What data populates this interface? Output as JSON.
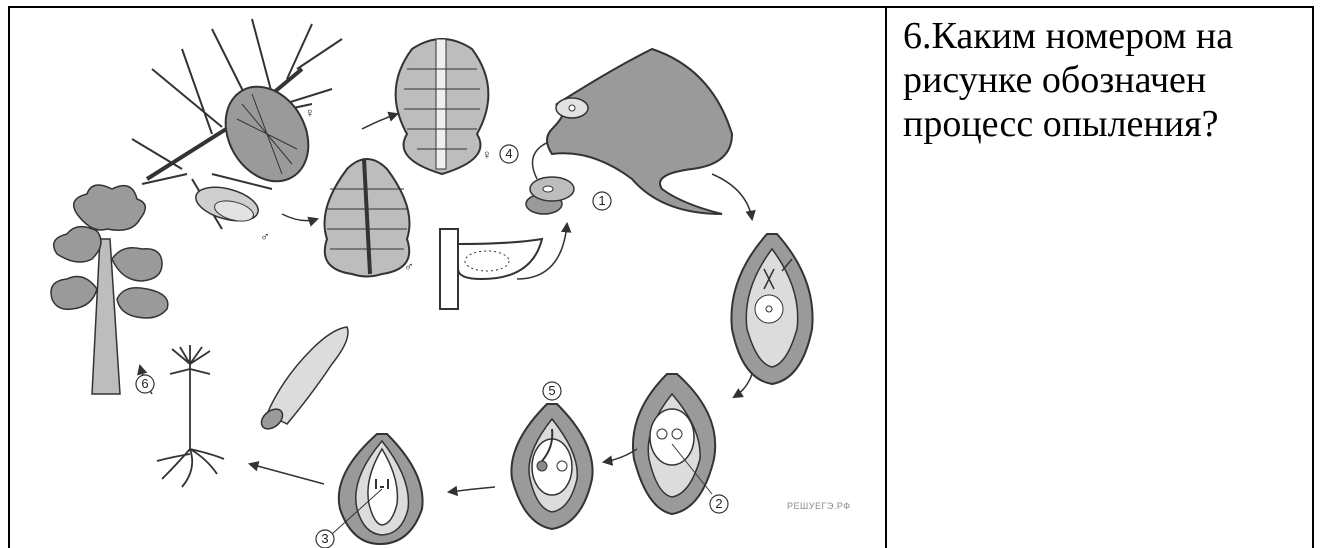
{
  "question": {
    "text": "6.Каким номером на рисунке обозначен процесс опыления?"
  },
  "figure": {
    "watermark": "РЕШУЕГЭ.РФ",
    "labels": [
      "1",
      "2",
      "3",
      "4",
      "5",
      "6"
    ],
    "female_symbol": "♀",
    "male_symbol": "♂",
    "colors": {
      "dark_fill": "#8f8f8f",
      "light_fill": "#dcdcdc",
      "stroke": "#333333"
    }
  }
}
